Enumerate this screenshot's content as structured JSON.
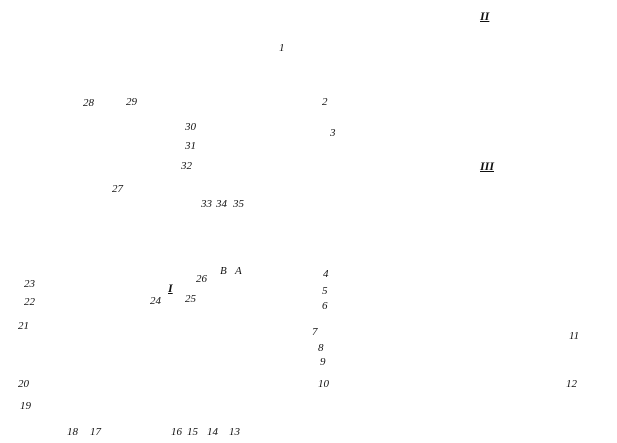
{
  "diagram": {
    "views": [
      "II",
      "III",
      "I"
    ],
    "part_numbers": [
      "1",
      "2",
      "3",
      "4",
      "5",
      "6",
      "7",
      "8",
      "9",
      "10",
      "11",
      "12",
      "13",
      "14",
      "15",
      "16",
      "17",
      "18",
      "19",
      "20",
      "21",
      "22",
      "23",
      "24",
      "25",
      "26",
      "27",
      "28",
      "29",
      "30",
      "31",
      "32",
      "33",
      "34",
      "35"
    ],
    "letters": [
      "B",
      "A"
    ]
  }
}
